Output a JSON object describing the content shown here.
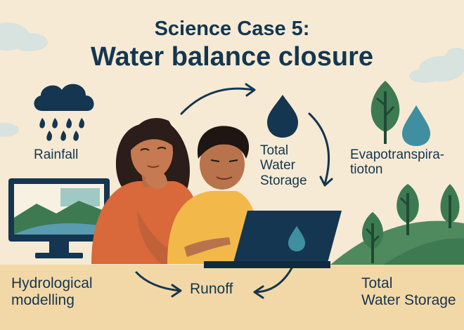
{
  "title": {
    "line1": "Science Case 5:",
    "line2": "Water balance closure"
  },
  "labels": {
    "rainfall": "Rainfall",
    "total_water_storage_center": [
      "Total",
      "Water",
      "Storage"
    ],
    "evapotranspiration": [
      "Evapotranspira-",
      "tioton"
    ],
    "hydrological_modelling": [
      "Hydrological",
      "modelling"
    ],
    "runoff": "Runoff",
    "total_water_storage_right": [
      "Total",
      "Water Storage"
    ]
  },
  "icons": [
    "rain-cloud-icon",
    "water-drop-icon",
    "tree-icon",
    "monitor-icon",
    "laptop-icon",
    "cycle-arrow-icon"
  ],
  "colors": {
    "background": "#f6ead4",
    "ground": "#f3d8a7",
    "navy": "#143650",
    "teal": "#3f8fa0",
    "green": "#3d7a52",
    "orange_shirt": "#d9683a",
    "yellow_shirt": "#f2b94a"
  }
}
